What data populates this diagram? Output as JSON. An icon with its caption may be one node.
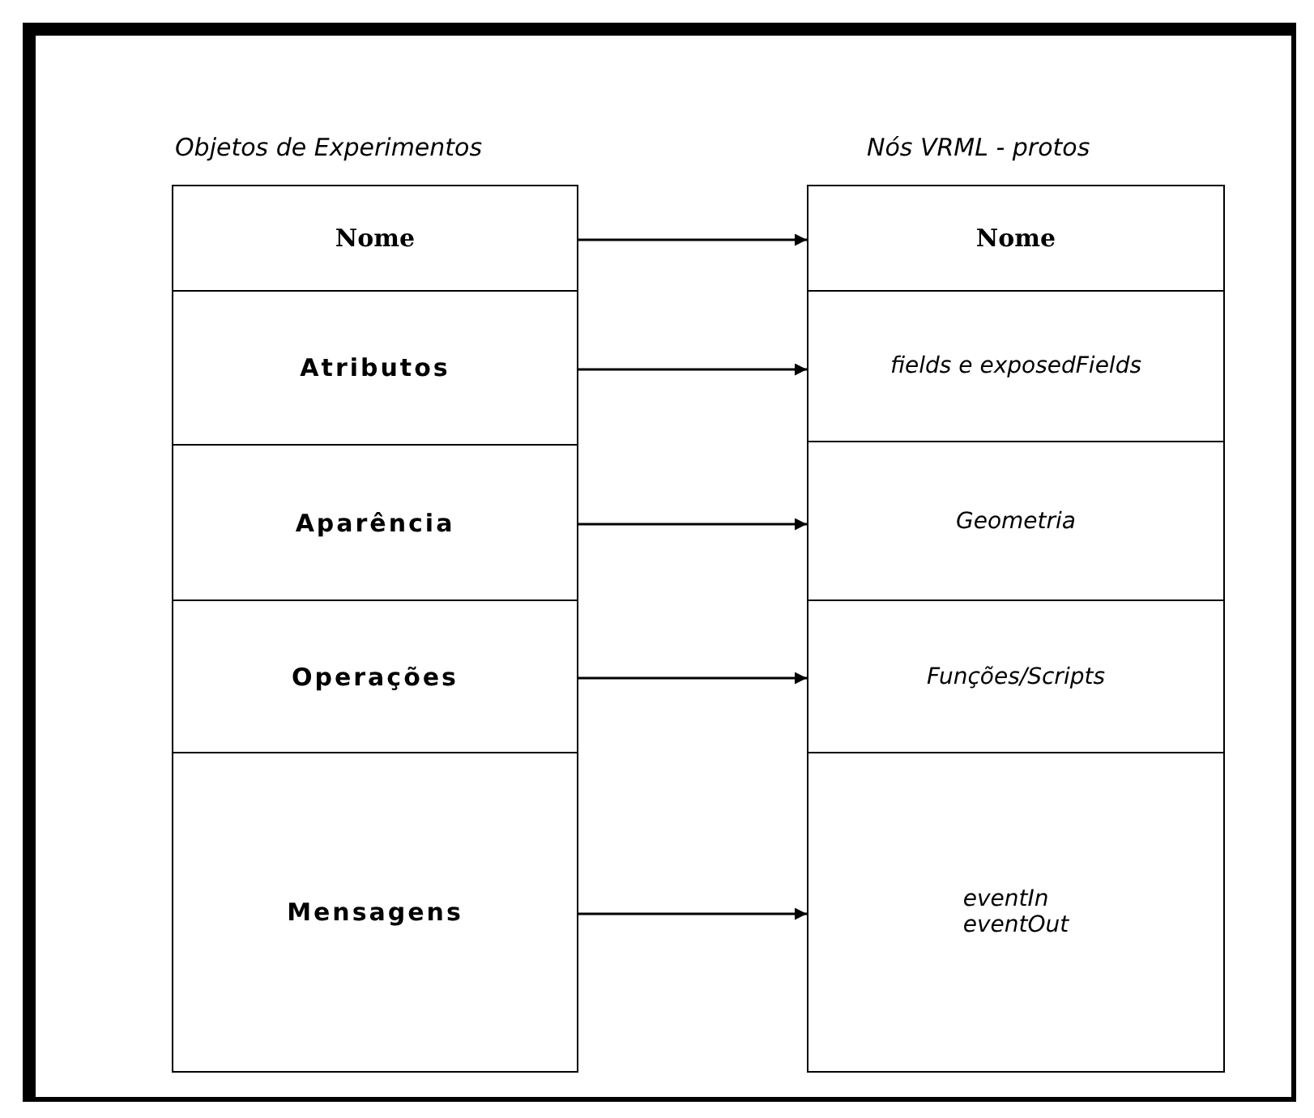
{
  "diagram": {
    "nodes": [
      {
        "text": [
          "Objetos de Experimentos"
        ]
      },
      {
        "text": [
          "Nome"
        ],
        "in": 0
      },
      {
        "text": [
          "Atributos"
        ],
        "in": 0
      },
      {
        "text": [
          "Aparência"
        ],
        "in": 0
      },
      {
        "text": [
          "Operações"
        ],
        "in": 0
      },
      {
        "text": [
          "Mensagens"
        ],
        "in": 0
      },
      {
        "text": [
          "Nós VRML - protos"
        ]
      },
      {
        "text": [
          "Nome"
        ],
        "in": 6
      },
      {
        "text": [
          "fields e exposedFields"
        ],
        "in": 6
      },
      {
        "text": [
          "Geometria"
        ],
        "in": 6
      },
      {
        "text": [
          "Funções/Scripts"
        ],
        "in": 6
      },
      {
        "text": [
          "eventIn eventOut"
        ],
        "in": 6
      }
    ],
    "edges": [
      {
        "from": 1,
        "to": 7,
        "arrow": "to"
      },
      {
        "from": 2,
        "to": 8,
        "arrow": "to"
      },
      {
        "from": 3,
        "to": 9,
        "arrow": "to"
      },
      {
        "from": 4,
        "to": 10,
        "arrow": "to"
      },
      {
        "from": 5,
        "to": 11,
        "arrow": "to"
      }
    ]
  }
}
